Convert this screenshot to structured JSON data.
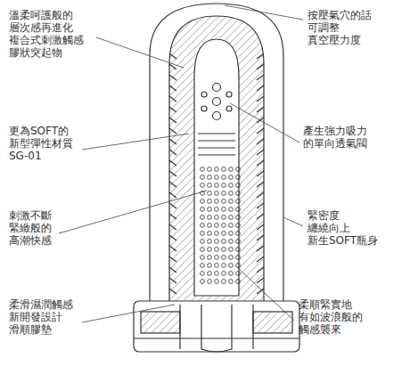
{
  "diagram": {
    "labels": [
      "溫柔呵護般的 層次感再進化 複合式刺激觸感 膠狀突起物",
      "按壓氣穴的話 可調整 真空壓力度",
      "更為SOFT的 新型彈性材質 SG-01",
      "產生強力吸力 的單向透氣閥",
      "刺激不斷 緊緻般的 高潮快感",
      "緊密度 纏繞向上 新生SOFT瓶身",
      "柔滑濕潤觸感 新開發設計 滑順膠墊",
      "柔順緊實地 有如波浪般的 觸感襲來"
    ]
  }
}
